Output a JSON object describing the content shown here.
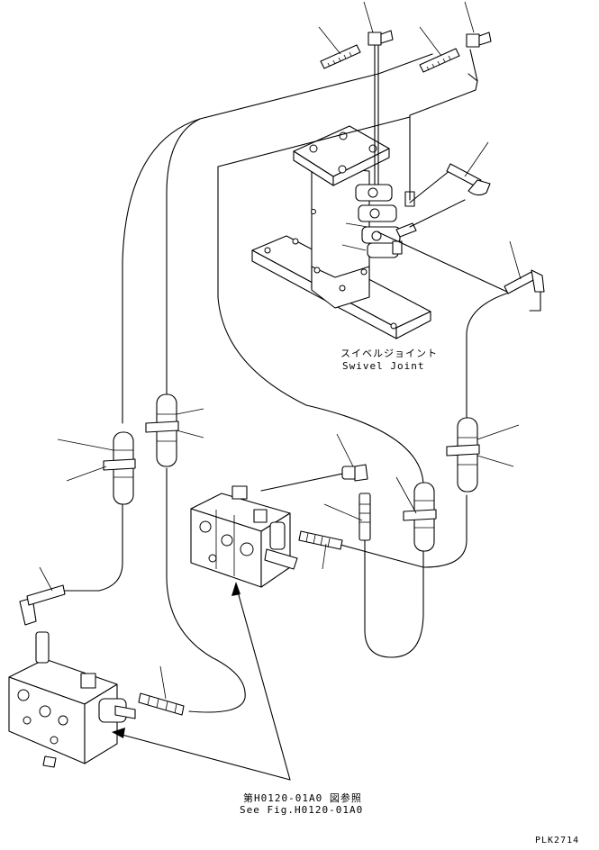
{
  "labels": {
    "swivel_jp": "スイベルジョイント",
    "swivel_en": "Swivel Joint",
    "see_fig_jp": "第H0120-01A0 図参照",
    "see_fig_en": "See Fig.H0120-01A0",
    "drawing_code": "PLK2714"
  },
  "colors": {
    "ink": "#000000",
    "paper": "#ffffff"
  }
}
